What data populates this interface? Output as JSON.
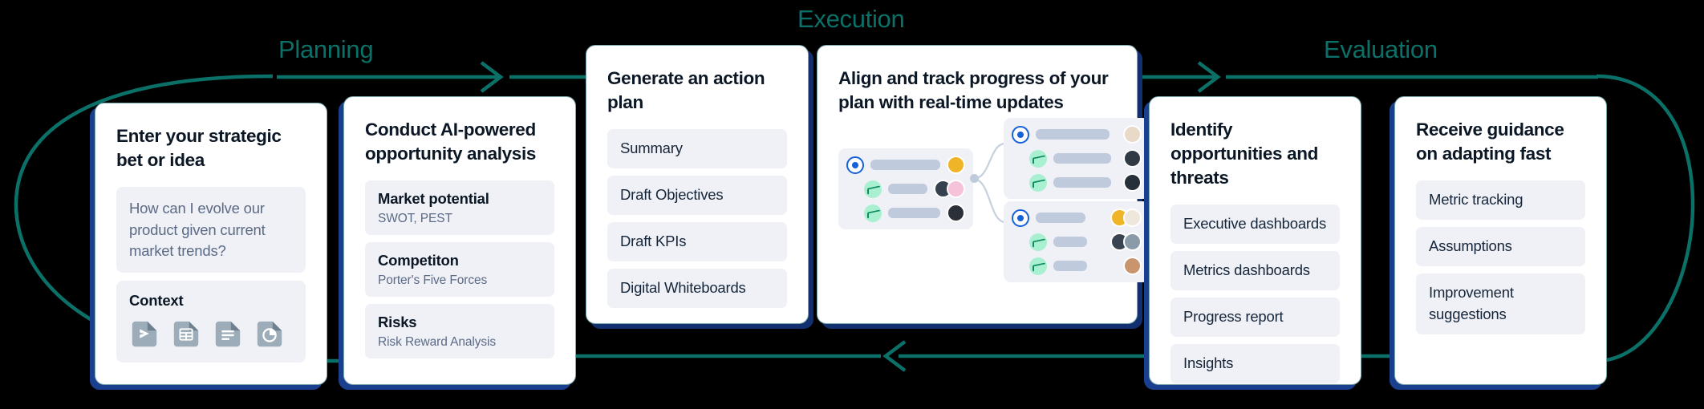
{
  "theme": {
    "teal": "#0b7168",
    "navy_shadow": "#12306f",
    "card_border": "#7ba9ae",
    "chip_bg": "#eff1f6",
    "heading": "#0b1725",
    "muted": "#5b6a85",
    "background": "#000000"
  },
  "phases": [
    {
      "id": "planning",
      "label": "Planning"
    },
    {
      "id": "execution",
      "label": "Execution"
    },
    {
      "id": "evaluation",
      "label": "Evaluation"
    }
  ],
  "cards": [
    {
      "id": "strategic-bet",
      "title": "Enter your strategic bet or idea",
      "prompt": "How can I evolve our product given current market trends?",
      "context_label": "Context",
      "context_icons": [
        "slides-file-icon",
        "spreadsheet-file-icon",
        "document-file-icon",
        "chart-file-icon"
      ]
    },
    {
      "id": "opportunity-analysis",
      "title": "Conduct AI-powered opportunity analysis",
      "items": [
        {
          "title": "Market potential",
          "sub": "SWOT, PEST"
        },
        {
          "title": "Competiton",
          "sub": "Porter's Five Forces"
        },
        {
          "title": "Risks",
          "sub": "Risk Reward Analysis"
        }
      ]
    },
    {
      "id": "action-plan",
      "title": "Generate an action plan",
      "items": [
        {
          "title": "Summary"
        },
        {
          "title": "Draft Objectives"
        },
        {
          "title": "Draft KPIs"
        },
        {
          "title": "Digital Whiteboards"
        }
      ]
    },
    {
      "id": "align-track",
      "title": "Align and track progress of your plan with real-time updates"
    },
    {
      "id": "opportunities-threats",
      "title": "Identify opportunities and threats",
      "items": [
        {
          "title": "Executive dashboards"
        },
        {
          "title": "Metrics dashboards"
        },
        {
          "title": "Progress report"
        },
        {
          "title": "Insights"
        }
      ]
    },
    {
      "id": "adapting-guidance",
      "title": "Receive guidance on adapting fast",
      "items": [
        {
          "title": "Metric tracking"
        },
        {
          "title": "Assumptions"
        },
        {
          "title": "Improvement suggestions"
        }
      ]
    }
  ],
  "whiteboard": {
    "nodes": [
      {
        "id": "root",
        "rows": 3
      },
      {
        "id": "child-top",
        "rows": 3
      },
      {
        "id": "child-bottom",
        "rows": 3
      }
    ]
  },
  "arrows": [
    {
      "id": "planning-to-execution",
      "direction": "right"
    },
    {
      "id": "execution-to-evaluation",
      "direction": "right"
    },
    {
      "id": "evaluation-back-to-planning",
      "direction": "left"
    }
  ]
}
